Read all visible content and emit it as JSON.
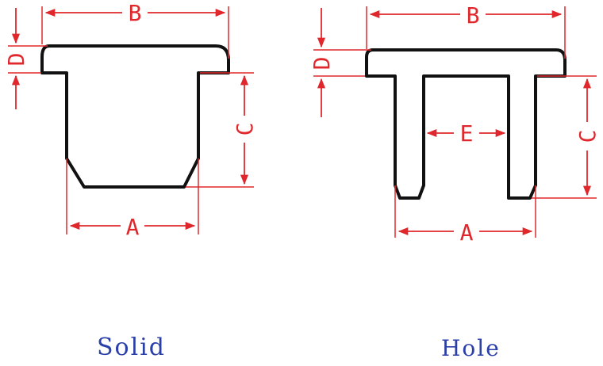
{
  "colors": {
    "outline": "#111111",
    "dimension": "#e0282c",
    "caption": "#2b3fa8"
  },
  "solid": {
    "caption": "Solid",
    "labels": {
      "A": "A",
      "B": "B",
      "C": "C",
      "D": "D"
    }
  },
  "hole": {
    "caption": "Hole",
    "labels": {
      "A": "A",
      "B": "B",
      "C": "C",
      "D": "D",
      "E": "E"
    }
  }
}
